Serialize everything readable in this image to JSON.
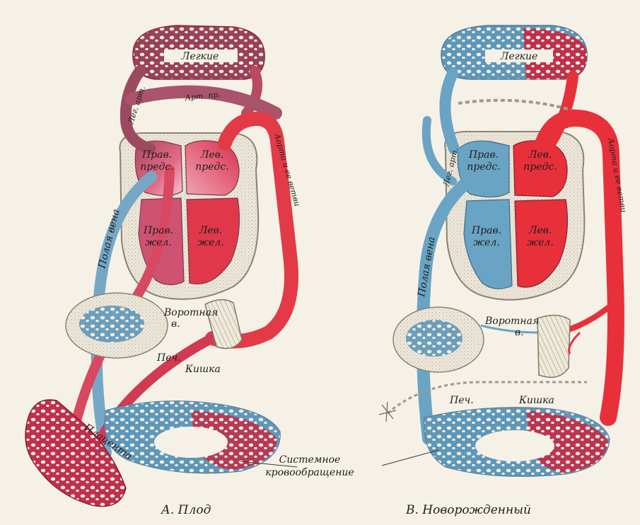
{
  "panel_a": {
    "caption": "А. Плод",
    "lungs": "Легкие",
    "pulm_artery": "Лег. арт.",
    "aorta": "Аорта и ее ветви",
    "duct": "Арт. пр.",
    "vena_cava": "Полая вена",
    "right_atrium": [
      "Прав.",
      "предс."
    ],
    "left_atrium": [
      "Лев.",
      "предс."
    ],
    "right_ventricle": [
      "Прав.",
      "жел."
    ],
    "left_ventricle": [
      "Лев.",
      "жел."
    ],
    "portal_vein": [
      "Воротная",
      "в."
    ],
    "liver": "Печ.",
    "intestine": "Кишка",
    "placenta": "Плацента"
  },
  "panel_b": {
    "caption": "В. Новорожденный",
    "lungs": "Легкие",
    "pulm_artery": "Лег. арт.",
    "aorta": "Аорта и ее ветви",
    "vena_cava": "Полая вена",
    "right_atrium": [
      "Прав.",
      "предс."
    ],
    "left_atrium": [
      "Лев.",
      "предс."
    ],
    "right_ventricle": [
      "Прав.",
      "жел."
    ],
    "left_ventricle": [
      "Лев.",
      "жел."
    ],
    "portal_vein": [
      "Воротная",
      "в."
    ],
    "liver": "Печ.",
    "intestine": "Кишка"
  },
  "systemic_circulation": [
    "Системное",
    "кровообращение"
  ],
  "colors": {
    "arterial": "#e8303a",
    "venous": "#6aa4c4",
    "mixed": "#b24a5e",
    "background": "#f6f1e6"
  }
}
